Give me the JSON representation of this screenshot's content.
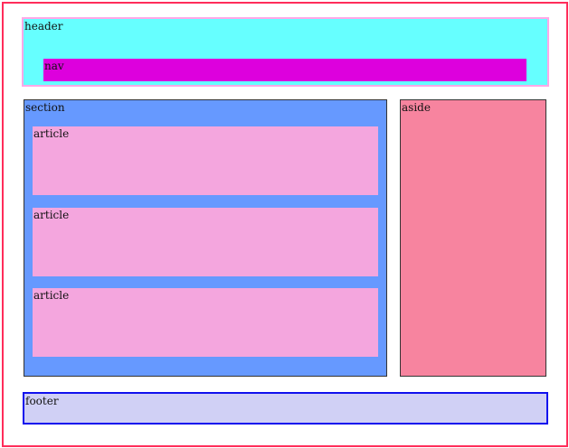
{
  "header": {
    "label": "header"
  },
  "nav": {
    "label": "nav"
  },
  "section": {
    "label": "section"
  },
  "articles": [
    {
      "label": "article"
    },
    {
      "label": "article"
    },
    {
      "label": "article"
    }
  ],
  "aside": {
    "label": "aside"
  },
  "footer": {
    "label": "footer"
  },
  "colors": {
    "outer_border": "#ff2d5a",
    "header": "#66ffff",
    "nav": "#dd00dd",
    "section": "#6699ff",
    "article": "#f4a6de",
    "aside": "#f7849f",
    "footer": "#d0d0f5",
    "footer_border": "#1010ee"
  }
}
